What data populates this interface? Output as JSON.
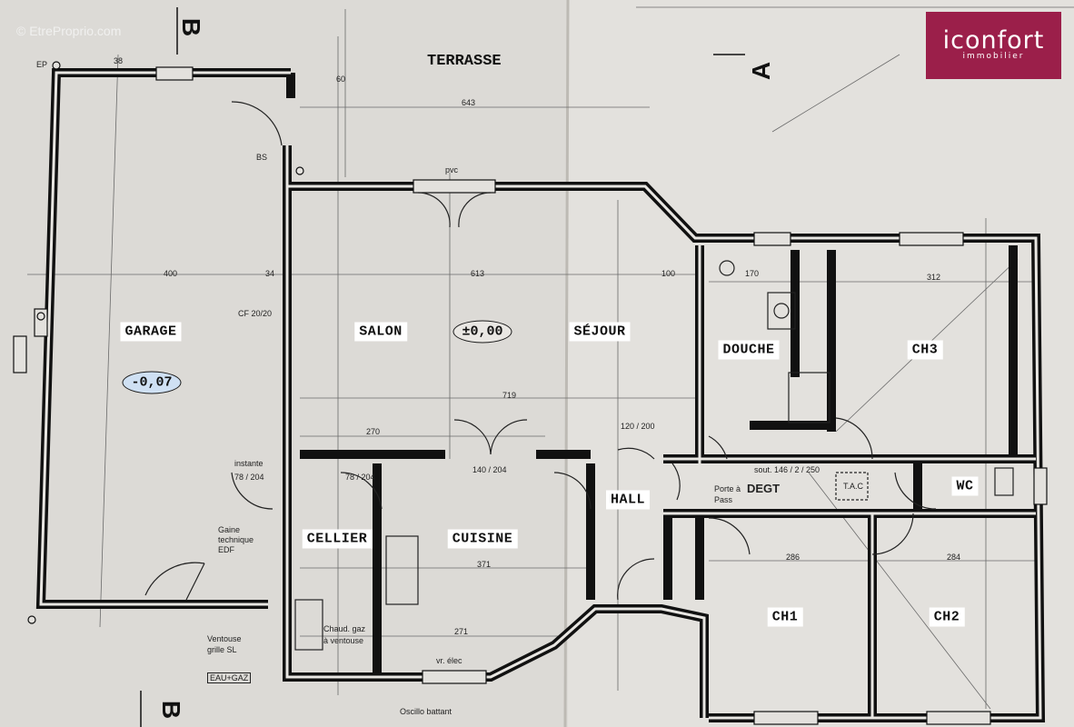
{
  "watermark": "© EtreProprio.com",
  "logo": {
    "main": "iconfort",
    "sub": "immobilier",
    "color": "#9b1f4a"
  },
  "section_markers": {
    "a": "A",
    "b": "B"
  },
  "terrace": "TERRASSE",
  "rooms": {
    "garage": "GARAGE",
    "salon": "SALON",
    "sejour": "SÉJOUR",
    "douche": "DOUCHE",
    "ch3": "CH3",
    "hall": "HALL",
    "wc": "WC",
    "cellier": "CELLIER",
    "cuisine": "CUISINE",
    "ch1": "CH1",
    "ch2": "CH2"
  },
  "levels": {
    "garage": "-0,07",
    "main": "±0,00"
  },
  "annotations": {
    "degt": "DEGT",
    "porte": "Porte à",
    "porte2": "Pass",
    "gaine": "Gaine",
    "technique": "technique",
    "edf": "EDF",
    "chaud": "Chaud. gaz",
    "ventouse": "à ventouse",
    "ventouse_grille": "Ventouse",
    "grille": "grille SL",
    "eau_gaz": "EAU+GAZ",
    "oscillo": "Oscillo battant",
    "instante": "instante",
    "dims_d1": "643",
    "dims_d2": "400",
    "dims_d3": "613",
    "dims_d4": "719",
    "dims_d5": "270",
    "dims_d6": "271",
    "dims_d7": "312",
    "dims_d8": "286",
    "dims_d9": "284",
    "dims_d10": "371",
    "dims_d11": "140 / 204",
    "dims_d12": "120 / 200",
    "dims_d13": "78 / 204",
    "dims_d14": "78 / 204",
    "dims_d15": "100",
    "dims_d16": "170",
    "dims_d17": "CF 20/20",
    "dims_d18": "BS",
    "dims_d19": "EP",
    "dims_d20": "pvc",
    "dims_d21": "vr. élec",
    "dims_d22": "T.A.C",
    "dims_d23": "34",
    "dims_d24": "38",
    "dims_d25": "60",
    "dims_d26": "sout. 146 / 2 / 250"
  }
}
